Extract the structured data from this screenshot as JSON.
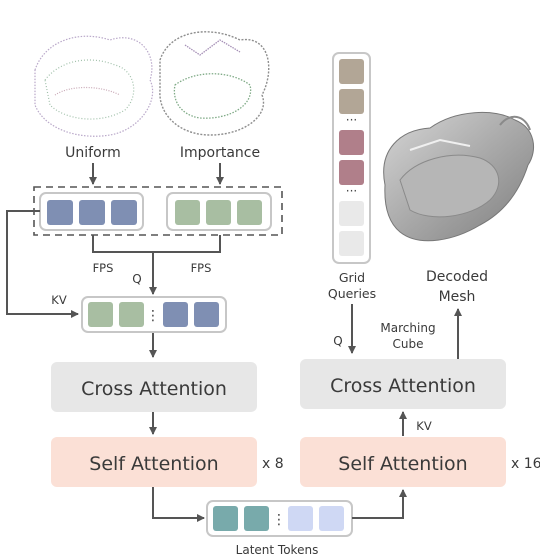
{
  "labels": {
    "uniform": "Uniform",
    "importance": "Importance",
    "fps_left": "FPS",
    "fps_right": "FPS",
    "q_left": "Q",
    "kv_left": "KV",
    "cross_attention_left": "Cross Attention",
    "self_attention_left": "Self Attention",
    "times_left": "x 8",
    "latent_tokens": "Latent Tokens",
    "grid_queries_line1": "Grid",
    "grid_queries_line2": "Queries",
    "q_right": "Q",
    "marching_line1": "Marching",
    "marching_line2": "Cube",
    "decoded_line1": "Decoded",
    "decoded_line2": "Mesh",
    "cross_attention_right": "Cross Attention",
    "self_attention_right": "Self Attention",
    "times_right": "x 16",
    "kv_right": "KV"
  },
  "colors": {
    "blue_token": "#7f8fb3",
    "green_token": "#a8bea2",
    "teal_token": "#78aaab",
    "light_blue_token": "#cfd8f4",
    "grid_tan": "#b2a696",
    "grid_rose": "#b07f8a",
    "grid_light": "#e9e9e9",
    "cross_attention_bg": "#e7e7e7",
    "self_attention_bg": "#fbe0d6",
    "arrow": "#555555"
  }
}
